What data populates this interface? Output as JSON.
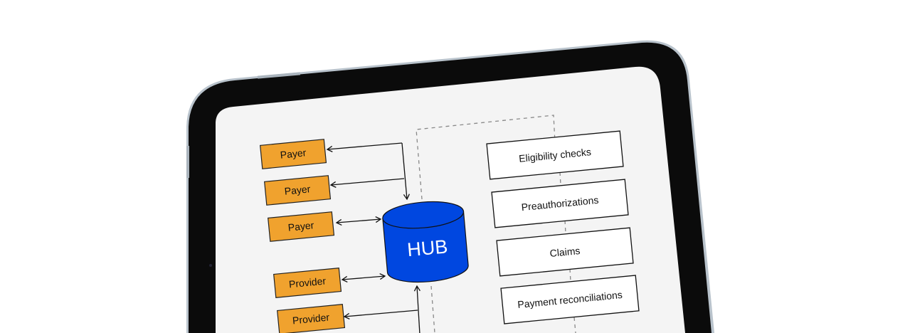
{
  "diagram": {
    "hub_label": "HUB",
    "left_nodes": [
      "Payer",
      "Payer",
      "Payer",
      "Provider",
      "Provider"
    ],
    "right_nodes": [
      "Eligibility checks",
      "Preauthorizations",
      "Claims",
      "Payment reconciliations"
    ]
  },
  "colors": {
    "node_fill": "#F0A22E",
    "hub_fill": "#0047E0",
    "screen_bg": "#F4F4F4",
    "bezel": "#0B0B0B"
  }
}
